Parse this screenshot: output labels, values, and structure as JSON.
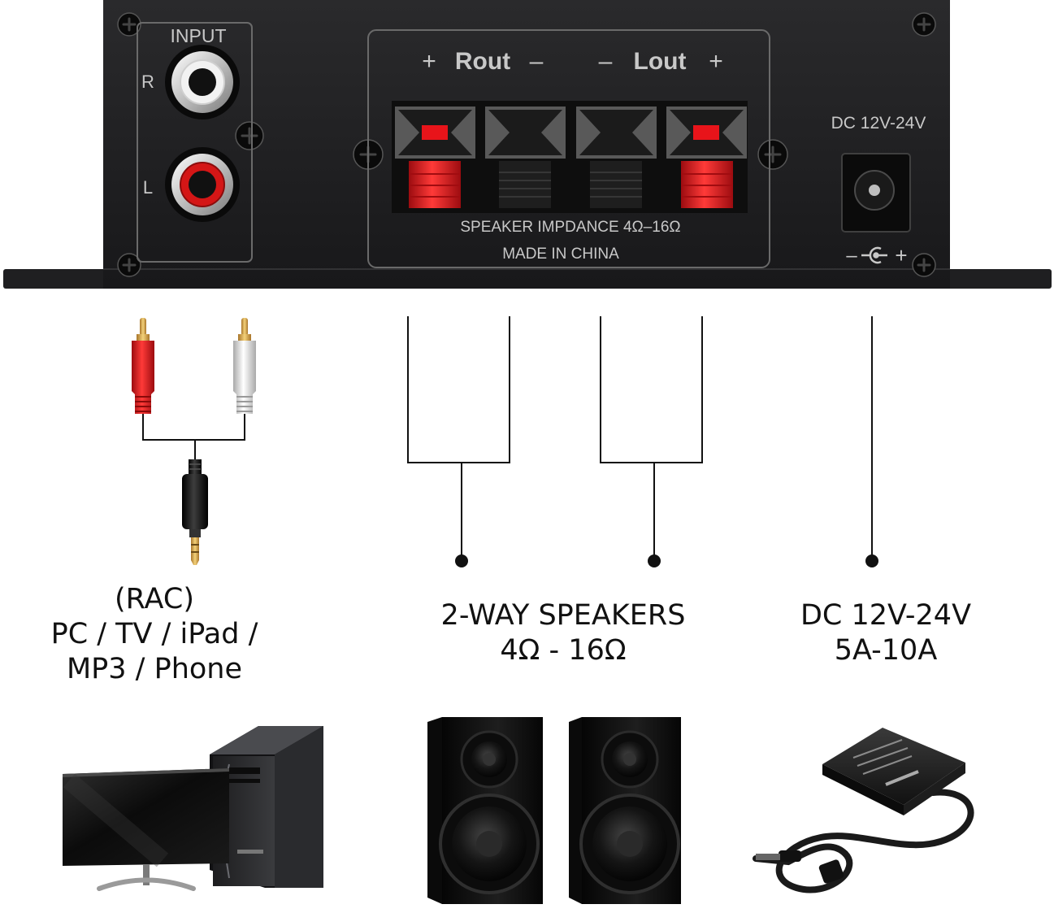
{
  "amplifier": {
    "input_label": "INPUT",
    "channel_r": "R",
    "channel_l": "L",
    "rout_plus": "+",
    "rout_label": "Rout",
    "rout_minus": "–",
    "lout_minus": "–",
    "lout_label": "Lout",
    "lout_plus": "+",
    "impedance_text": "SPEAKER IMPDANCE 4Ω–16Ω",
    "origin_text": "MADE IN CHINA",
    "dc_label": "DC 12V-24V",
    "polarity_minus": "–",
    "polarity_plus": "+"
  },
  "captions": {
    "source": [
      "(RAC)",
      "PC / TV / iPad /",
      "MP3 / Phone"
    ],
    "speakers": [
      "2-WAY SPEAKERS",
      "4Ω - 16Ω"
    ],
    "power": [
      "DC 12V-24V",
      "5A-10A"
    ]
  },
  "colors": {
    "chassis": "#1c1c1e",
    "panel_line": "#6a6a6a",
    "label_text": "#c8c8c8",
    "terminal_red": "#e8141a",
    "rca_red": "#d41616",
    "rca_white": "#e8e8e8",
    "gold": "#d9a441",
    "wire": "#111111"
  }
}
